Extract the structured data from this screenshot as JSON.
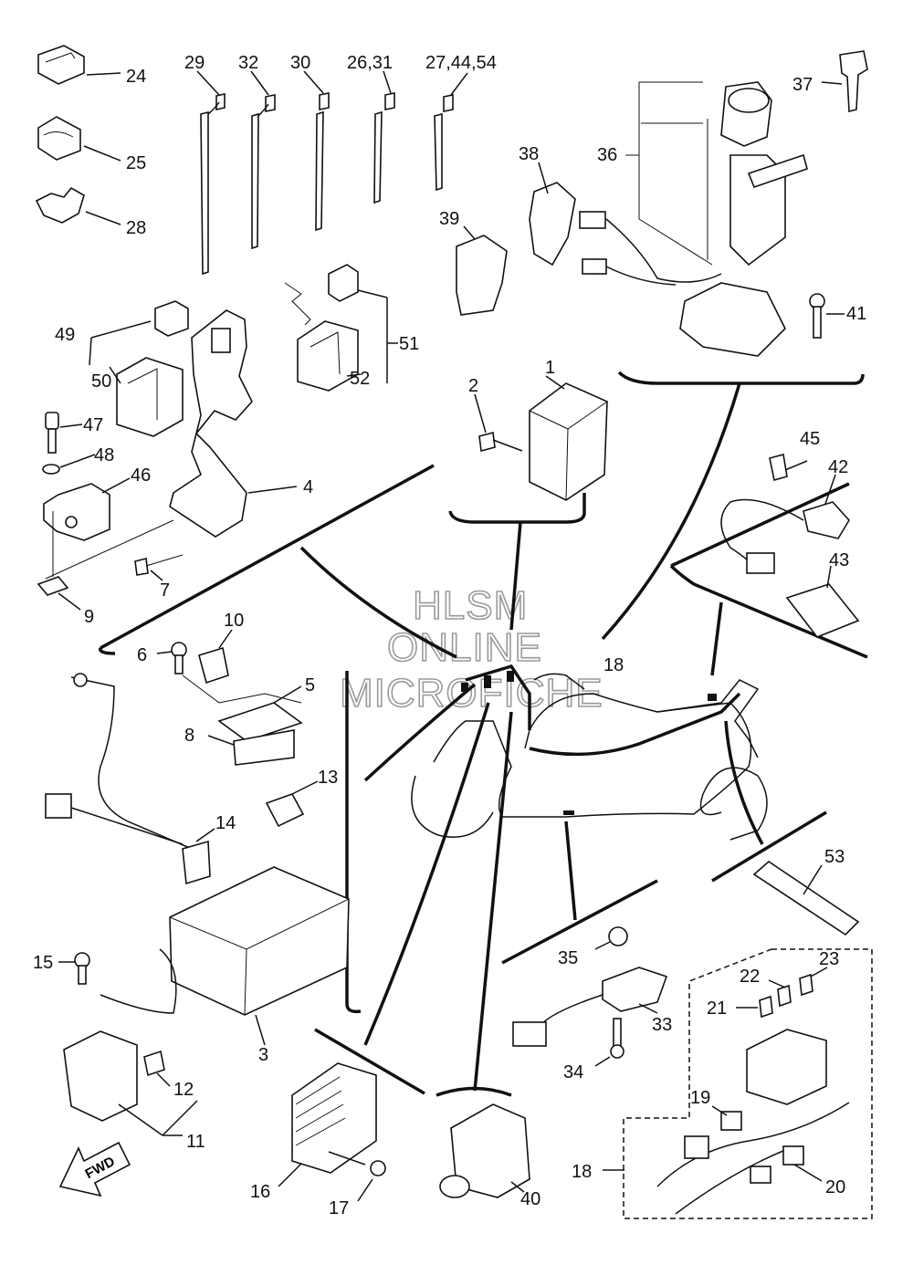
{
  "watermark": {
    "line1": "HLSM",
    "line2": "ONLINE",
    "line3": "MICROFICHE"
  },
  "direction_label": "FWD",
  "labels": {
    "p1": "1",
    "p2": "2",
    "p3": "3",
    "p4": "4",
    "p5": "5",
    "p6": "6",
    "p7": "7",
    "p8": "8",
    "p9": "9",
    "p10": "10",
    "p11": "11",
    "p12": "12",
    "p13": "13",
    "p14": "14",
    "p15": "15",
    "p16": "16",
    "p17": "17",
    "p18a": "18",
    "p18b": "18",
    "p19": "19",
    "p20": "20",
    "p21": "21",
    "p22": "22",
    "p23": "23",
    "p24": "24",
    "p25": "25",
    "p28": "28",
    "p29": "29",
    "p30": "30",
    "p32": "32",
    "p26_31": "26,31",
    "p27_44_54": "27,44,54",
    "p33": "33",
    "p34": "34",
    "p35": "35",
    "p36": "36",
    "p37": "37",
    "p38": "38",
    "p39": "39",
    "p40": "40",
    "p41": "41",
    "p42": "42",
    "p43": "43",
    "p45": "45",
    "p46": "46",
    "p47": "47",
    "p48": "48",
    "p49": "49",
    "p50": "50",
    "p51": "51",
    "p52": "52",
    "p53": "53"
  }
}
